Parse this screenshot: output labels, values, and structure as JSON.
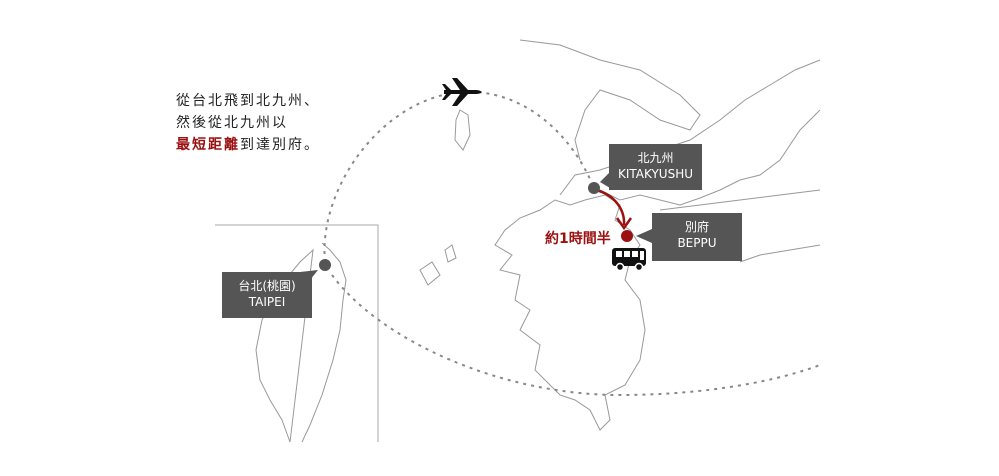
{
  "intro": {
    "line1": "從台北飛到北九州、",
    "line2": "然後從北九州以",
    "line3_highlight": "最短距離",
    "line3_rest": "到達別府。"
  },
  "places": {
    "taipei": {
      "name_zh": "台北(桃園)",
      "name_en": "TAIPEI"
    },
    "kitakyushu": {
      "name_zh": "北九州",
      "name_en": "KITAKYUSHU"
    },
    "beppu": {
      "name_zh": "別府",
      "name_en": "BEPPU"
    }
  },
  "route": {
    "travel_time": "約1時間半",
    "mode_icon": "bus-icon"
  },
  "colors": {
    "accent": "#9b1111",
    "label_bg": "#555555",
    "marker": "#555555",
    "coast": "#9a9a9a"
  }
}
